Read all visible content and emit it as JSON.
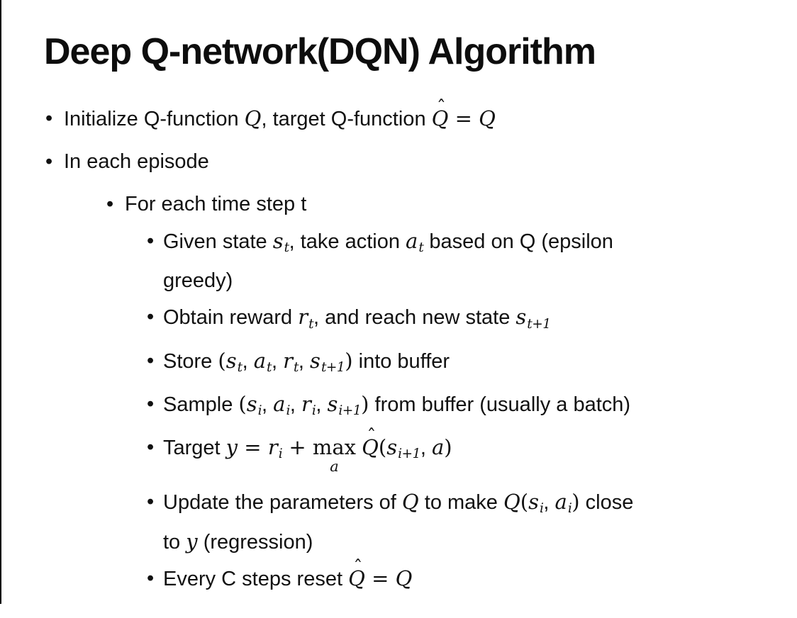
{
  "page": {
    "background_color": "#ffffff",
    "text_color": "#111111",
    "edge_line_color": "#000000"
  },
  "slide": {
    "title": "Deep Q-network(DQN) Algorithm",
    "bullets": [
      {
        "level": 1,
        "segments": [
          {
            "text": "Initialize Q-function ",
            "style": "plain"
          },
          {
            "text": "Q",
            "style": "math"
          },
          {
            "text": ", target Q-function ",
            "style": "plain"
          },
          {
            "text": "Q",
            "style": "math",
            "hat": true
          },
          {
            "text": " = ",
            "style": "mathroman"
          },
          {
            "text": "Q",
            "style": "math"
          }
        ]
      },
      {
        "level": 1,
        "segments": [
          {
            "text": "In each episode",
            "style": "plain"
          }
        ]
      },
      {
        "level": 2,
        "segments": [
          {
            "text": "For each time step t",
            "style": "plain"
          }
        ]
      },
      {
        "level": 3,
        "segments": [
          {
            "text": "Given state ",
            "style": "plain"
          },
          {
            "text": "s",
            "style": "math",
            "sub": "t"
          },
          {
            "text": ", take action ",
            "style": "plain"
          },
          {
            "text": "a",
            "style": "math",
            "sub": "t"
          },
          {
            "text": " based on Q (epsilon",
            "style": "plain"
          },
          {
            "br": true
          },
          {
            "text": "greedy)",
            "style": "plain"
          }
        ]
      },
      {
        "level": 3,
        "segments": [
          {
            "text": "Obtain reward ",
            "style": "plain"
          },
          {
            "text": "r",
            "style": "math",
            "sub": "t"
          },
          {
            "text": ", and reach new state ",
            "style": "plain"
          },
          {
            "text": "s",
            "style": "math",
            "sub": "t+1"
          }
        ]
      },
      {
        "level": 3,
        "segments": [
          {
            "text": "Store ",
            "style": "plain"
          },
          {
            "text": "(",
            "style": "mathroman"
          },
          {
            "text": "s",
            "style": "math",
            "sub": "t"
          },
          {
            "text": ", ",
            "style": "plain"
          },
          {
            "text": "a",
            "style": "math",
            "sub": "t"
          },
          {
            "text": ", ",
            "style": "plain"
          },
          {
            "text": "r",
            "style": "math",
            "sub": "t"
          },
          {
            "text": ", ",
            "style": "plain"
          },
          {
            "text": "s",
            "style": "math",
            "sub": "t+1"
          },
          {
            "text": ")",
            "style": "mathroman"
          },
          {
            "text": " into buffer",
            "style": "plain"
          }
        ]
      },
      {
        "level": 3,
        "segments": [
          {
            "text": "Sample ",
            "style": "plain"
          },
          {
            "text": "(",
            "style": "mathroman"
          },
          {
            "text": "s",
            "style": "math",
            "sub": "i"
          },
          {
            "text": ", ",
            "style": "plain"
          },
          {
            "text": "a",
            "style": "math",
            "sub": "i"
          },
          {
            "text": ", ",
            "style": "plain"
          },
          {
            "text": "r",
            "style": "math",
            "sub": "i"
          },
          {
            "text": ", ",
            "style": "plain"
          },
          {
            "text": "s",
            "style": "math",
            "sub": "i+1"
          },
          {
            "text": ")",
            "style": "mathroman"
          },
          {
            "text": " from buffer (usually a batch)",
            "style": "plain"
          }
        ]
      },
      {
        "level": 3,
        "segments": [
          {
            "text": "Target ",
            "style": "plain"
          },
          {
            "text": "y",
            "style": "math"
          },
          {
            "text": " = ",
            "style": "mathroman"
          },
          {
            "text": "r",
            "style": "math",
            "sub": "i"
          },
          {
            "text": " + ",
            "style": "mathroman"
          },
          {
            "text": "max",
            "style": "mathroman",
            "under": "a"
          },
          {
            "text": " ",
            "style": "plain"
          },
          {
            "text": "Q",
            "style": "math",
            "hat": true
          },
          {
            "text": "(",
            "style": "mathroman"
          },
          {
            "text": "s",
            "style": "math",
            "sub": "i+1"
          },
          {
            "text": ", ",
            "style": "plain"
          },
          {
            "text": "a",
            "style": "math"
          },
          {
            "text": ")",
            "style": "mathroman"
          }
        ]
      },
      {
        "level": 3,
        "segments": [
          {
            "text": "Update the parameters of ",
            "style": "plain"
          },
          {
            "text": "Q",
            "style": "math"
          },
          {
            "text": " to make ",
            "style": "plain"
          },
          {
            "text": "Q",
            "style": "math"
          },
          {
            "text": "(",
            "style": "mathroman"
          },
          {
            "text": "s",
            "style": "math",
            "sub": "i"
          },
          {
            "text": ", ",
            "style": "plain"
          },
          {
            "text": "a",
            "style": "math",
            "sub": "i"
          },
          {
            "text": ")",
            "style": "mathroman"
          },
          {
            "text": " close",
            "style": "plain"
          },
          {
            "br": true
          },
          {
            "text": "to ",
            "style": "plain"
          },
          {
            "text": "y",
            "style": "math"
          },
          {
            "text": " (regression)",
            "style": "plain"
          }
        ]
      },
      {
        "level": 3,
        "segments": [
          {
            "text": "Every C steps reset ",
            "style": "plain"
          },
          {
            "text": "Q",
            "style": "math",
            "hat": true
          },
          {
            "text": " = ",
            "style": "mathroman"
          },
          {
            "text": "Q",
            "style": "math"
          }
        ]
      }
    ]
  }
}
